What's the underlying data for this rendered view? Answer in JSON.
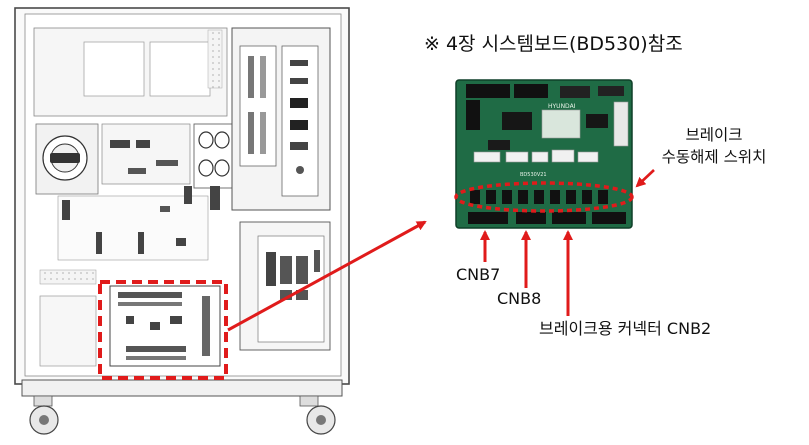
{
  "title": "※ 4장 시스템보드(BD530)참조",
  "labels": {
    "brake_switch_line1": "브레이크",
    "brake_switch_line2": "수동해제 스위치",
    "cnb7": "CNB7",
    "cnb8": "CNB8",
    "cnb2": "브레이크용 커넥터 CNB2"
  },
  "board_silkscreen": {
    "brand": "HYUNDAI",
    "model": "BD530V21"
  },
  "colors": {
    "callout_red": "#e01b1b",
    "board_green": "#1f6b45",
    "cabinet_line": "#555555"
  }
}
